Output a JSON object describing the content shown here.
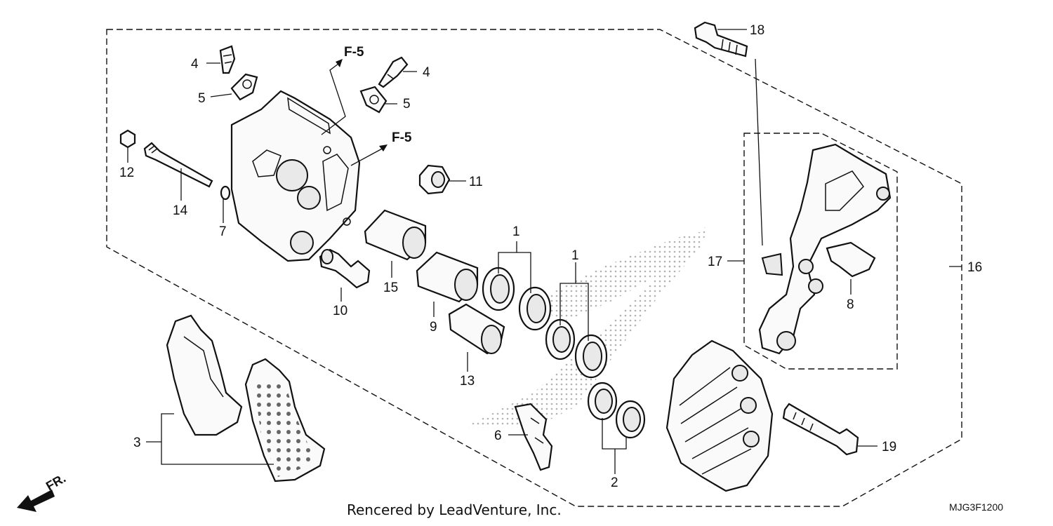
{
  "diagram": {
    "part_labels": {
      "p1a": "1",
      "p1b": "1",
      "p2": "2",
      "p3": "3",
      "p4a": "4",
      "p4b": "4",
      "p5a": "5",
      "p5b": "5",
      "p6": "6",
      "p7": "7",
      "p8": "8",
      "p9": "9",
      "p10": "10",
      "p11": "11",
      "p12": "12",
      "p13": "13",
      "p14": "14",
      "p15": "15",
      "p16": "16",
      "p17": "17",
      "p18": "18",
      "p19": "19"
    },
    "references": {
      "ref_a": "F-5",
      "ref_b": "F-5"
    },
    "direction_label": "FR.",
    "credit": "Rencered by LeadVenture, Inc.",
    "diagram_code": "MJG3F1200"
  }
}
